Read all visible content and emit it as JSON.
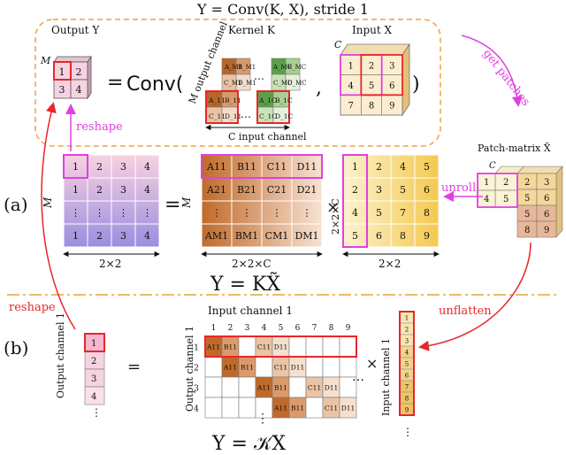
{
  "title": "Y = Conv(K, X), stride 1",
  "top": {
    "output_label": "Output Y",
    "kernel_label": "Kernel K",
    "input_label": "Input X",
    "m_label": "M",
    "c_label": "C",
    "equation_lhs": "=",
    "conv_text": "Conv(",
    "comma": ",",
    "close_paren": ")",
    "output_channel_label": "M output channel",
    "input_channel_label": "C input channel",
    "output_cells": [
      "1",
      "2",
      "3",
      "4"
    ],
    "input_cells": [
      "1",
      "2",
      "3",
      "4",
      "5",
      "6",
      "7",
      "8",
      "9"
    ],
    "kernel_back_cells": [
      "A_M1",
      "B_M1",
      "C_M1",
      "D_M1",
      "A_MC",
      "B_MC",
      "C_MC",
      "D_MC"
    ],
    "kernel_front_cells": [
      "A_11",
      "B_11",
      "C_11",
      "D_11",
      "A_1C",
      "B_1C",
      "C_1C",
      "D_1C"
    ],
    "ellipsis": "…",
    "get_patches": "get patches",
    "reshape": "reshape"
  },
  "section_a": {
    "label": "(a)",
    "m_label": "M",
    "y_rows": [
      [
        "1",
        "2",
        "3",
        "4"
      ],
      [
        "1",
        "2",
        "3",
        "4"
      ],
      [
        "⋮",
        "⋮",
        "⋮",
        "⋮"
      ],
      [
        "1",
        "2",
        "3",
        "4"
      ]
    ],
    "y_bottom": "2×2",
    "equals": "=",
    "k_rows": [
      [
        "A11",
        "B11",
        "C11",
        "D11"
      ],
      [
        "A21",
        "B21",
        "C21",
        "D21"
      ],
      [
        "⋮",
        "⋮",
        "⋮",
        "⋮"
      ],
      [
        "AM1",
        "BM1",
        "CM1",
        "DM1"
      ]
    ],
    "k_bottom": "2×2×C",
    "times": "×",
    "x_side": "2×2×C",
    "x_rows": [
      [
        "1",
        "2",
        "4",
        "5"
      ],
      [
        "2",
        "3",
        "5",
        "6"
      ],
      [
        "4",
        "5",
        "7",
        "8"
      ],
      [
        "5",
        "6",
        "8",
        "9"
      ]
    ],
    "x_bottom": "2×2",
    "equation": "Y = KX̃",
    "patch_matrix_label": "Patch-matrix X̃",
    "patch_c": "C",
    "patch_cells_front": [
      "1",
      "2",
      "4",
      "5"
    ],
    "patch_cells_right": [
      "2",
      "3",
      "5",
      "6"
    ],
    "patch_cells_bottom": [
      "5",
      "6",
      "8",
      "9"
    ],
    "unroll": "unroll"
  },
  "section_b": {
    "label": "(b)",
    "reshape": "reshape",
    "unflatten": "unflatten",
    "out_channel_label": "Output channel 1",
    "in_channel_label": "Input channel 1",
    "output_channel_left": "Output channel 1",
    "col_numbers": [
      "1",
      "2",
      "3",
      "4",
      "5",
      "6",
      "7",
      "8",
      "9"
    ],
    "row_numbers": [
      "1",
      "2",
      "3",
      "4"
    ],
    "equals": "=",
    "times": "×",
    "ellipsis": "⋮",
    "hellipsis": "…",
    "equation": "Y = 𝒦X"
  },
  "colors": {
    "magenta": "#e040e0",
    "red": "#e8262b",
    "orange_dash": "#f0a040",
    "pink": "#f7d3e2",
    "violet": "#c9b9ee",
    "yellow": "#f9e49a"
  }
}
